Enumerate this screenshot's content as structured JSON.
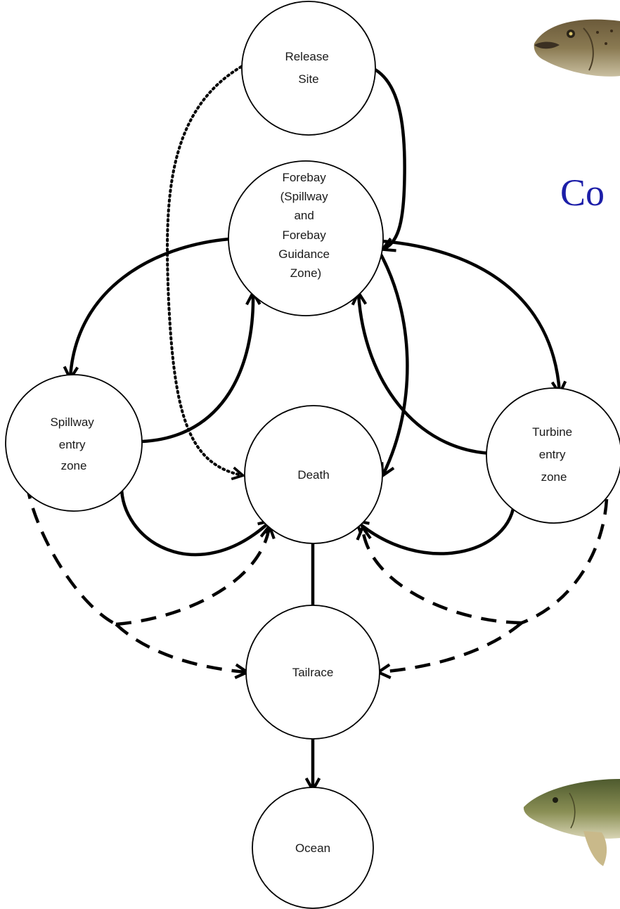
{
  "slide": {
    "title_fragment": "Co"
  },
  "nodes": {
    "release": {
      "lines": [
        "Release",
        "Site"
      ]
    },
    "forebay": {
      "lines": [
        "Forebay",
        "(Spillway",
        "and",
        "Forebay",
        "Guidance",
        "Zone)"
      ]
    },
    "spillway": {
      "lines": [
        "Spillway",
        "entry",
        "zone"
      ]
    },
    "death": {
      "lines": [
        "Death"
      ]
    },
    "turbine": {
      "lines": [
        "Turbine",
        "entry",
        "zone"
      ]
    },
    "tailrace": {
      "lines": [
        "Tailrace"
      ]
    },
    "ocean": {
      "lines": [
        "Ocean"
      ]
    }
  },
  "images": {
    "top_fish": "salmon-head-photo",
    "bottom_fish": "fish-photo"
  }
}
